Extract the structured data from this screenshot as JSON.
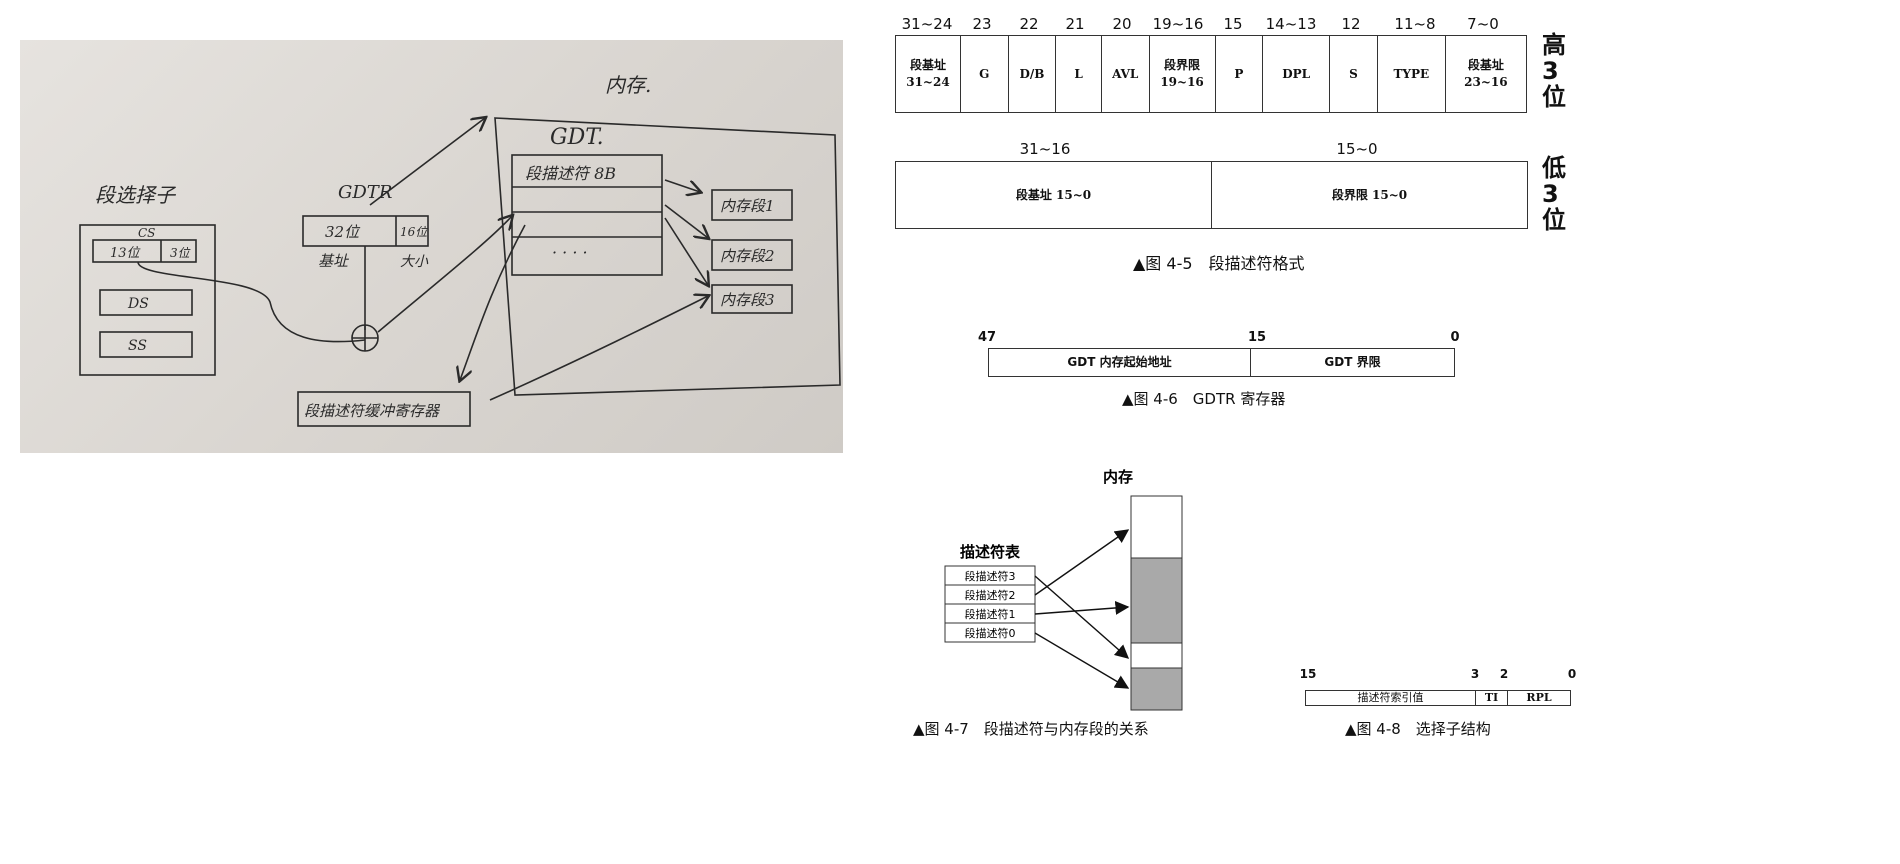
{
  "photo": {
    "selector_title": "段选择子",
    "cs_label": "CS",
    "cs_index": "13位",
    "cs_low": "3位",
    "ds_label": "DS",
    "ss_label": "SS",
    "gdtr_label": "GDTR",
    "gdtr_base": "32位",
    "gdtr_limit": "16位",
    "gdtr_base_caption": "基址",
    "gdtr_limit_caption": "大小",
    "memory_label": "内存.",
    "gdt_label": "GDT.",
    "gdt_entry": "段描述符 8B",
    "gdt_dots": "· · · ·",
    "mem_seg_1": "内存段1",
    "mem_seg_2": "内存段2",
    "mem_seg_3": "内存段3",
    "cache_reg": "段描述符缓冲寄存器"
  },
  "fig45": {
    "bits_high": [
      "31~24",
      "23",
      "22",
      "21",
      "20",
      "19~16",
      "15",
      "14~13",
      "12",
      "11~8",
      "7~0"
    ],
    "cells_high": [
      [
        "段基址",
        "31~24"
      ],
      [
        "G"
      ],
      [
        "D/B"
      ],
      [
        "L"
      ],
      [
        "AVL"
      ],
      [
        "段界限",
        "19~16"
      ],
      [
        "P"
      ],
      [
        "DPL"
      ],
      [
        "S"
      ],
      [
        "TYPE"
      ],
      [
        "段基址",
        "23~16"
      ]
    ],
    "bits_low": [
      "31~16",
      "15~0"
    ],
    "cells_low": [
      "段基址 15~0",
      "段界限 15~0"
    ],
    "side_high": [
      "高",
      "3",
      "位"
    ],
    "side_low": [
      "低",
      "3",
      "位"
    ],
    "caption": "▲图 4-5　段描述符格式"
  },
  "fig46": {
    "bits": [
      "47",
      "15",
      "0"
    ],
    "cells": [
      "GDT 内存起始地址",
      "GDT 界限"
    ],
    "caption": "▲图 4-6　GDTR 寄存器"
  },
  "fig47": {
    "memory_label": "内存",
    "table_label": "描述符表",
    "rows": [
      "段描述符3",
      "段描述符2",
      "段描述符1",
      "段描述符0"
    ],
    "caption": "▲图 4-7　段描述符与内存段的关系"
  },
  "fig48": {
    "bits": [
      "15",
      "3",
      "2",
      "0"
    ],
    "cells": [
      "描述符索引值",
      "TI",
      "RPL"
    ],
    "caption": "▲图 4-8　选择子结构"
  }
}
